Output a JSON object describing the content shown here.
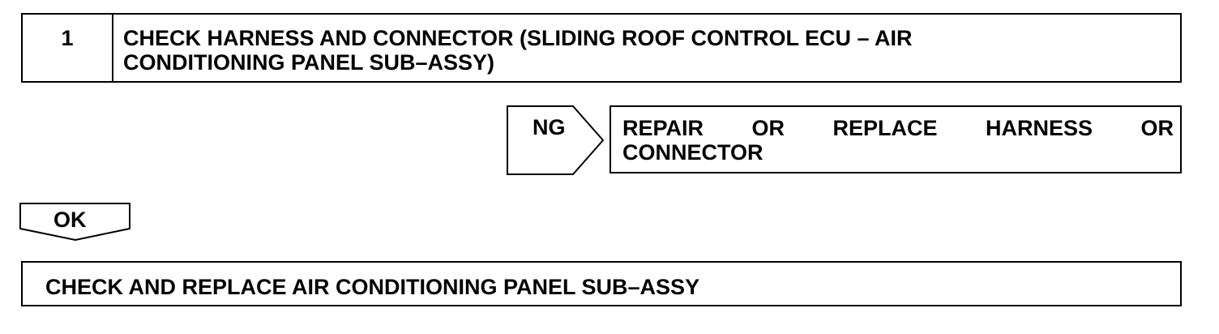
{
  "step": {
    "number": "1",
    "title_line1": "CHECK HARNESS AND CONNECTOR (SLIDING ROOF CONTROL ECU – AIR",
    "title_line2": "CONDITIONING PANEL SUB–ASSY)"
  },
  "ng_branch": {
    "label": "NG",
    "result_words_line1": [
      "REPAIR",
      "OR",
      "REPLACE",
      "HARNESS",
      "OR"
    ],
    "result_line2": "CONNECTOR"
  },
  "ok_branch": {
    "label": "OK"
  },
  "final_action": {
    "text": "CHECK AND REPLACE AIR CONDITIONING PANEL SUB–ASSY"
  }
}
